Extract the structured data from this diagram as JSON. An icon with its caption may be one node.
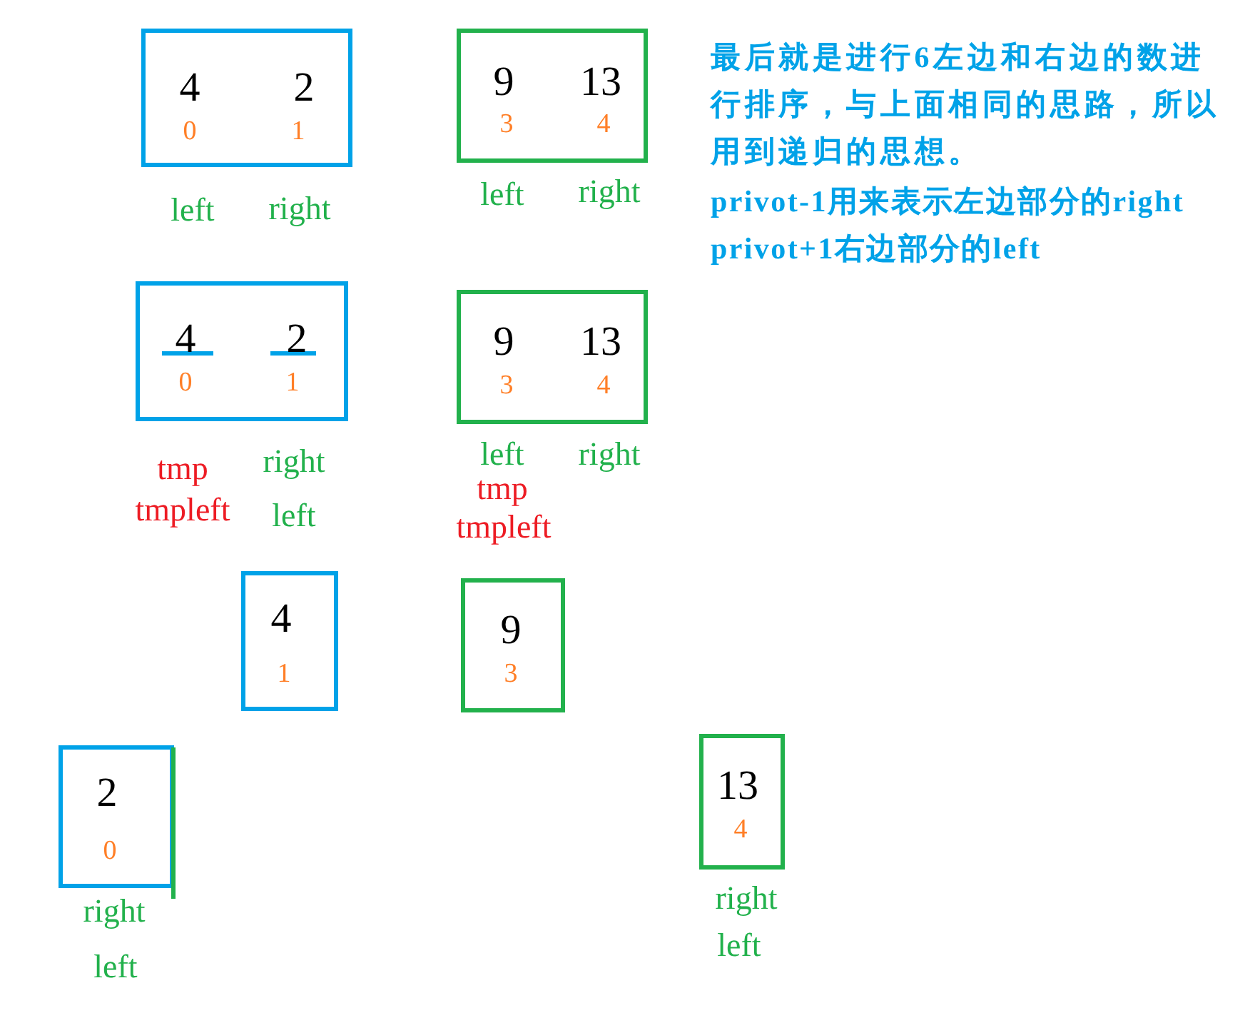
{
  "diagram": {
    "nodes": [
      {
        "text": [
          "4",
          "2",
          "0",
          "1"
        ],
        "beside": [
          "left",
          "right"
        ]
      },
      {
        "text": [
          "9",
          "13",
          "3",
          "4"
        ],
        "beside": [
          "left",
          "right"
        ]
      },
      {
        "text": [
          "4",
          "2",
          "0",
          "1"
        ],
        "beside": [
          "tmp",
          "right",
          "tmpleft",
          "left"
        ]
      },
      {
        "text": [
          "9",
          "13",
          "3",
          "4"
        ],
        "beside": [
          "left",
          "right",
          "tmp",
          "tmpleft"
        ]
      },
      {
        "text": [
          "4",
          "1"
        ]
      },
      {
        "text": [
          "9",
          "3"
        ]
      },
      {
        "text": [
          "2",
          "0"
        ],
        "beside": [
          "right",
          "left"
        ]
      },
      {
        "text": [
          "13",
          "4"
        ],
        "beside": [
          "right",
          "left"
        ]
      }
    ],
    "labels": [
      "最后就是进行6左边和右边的数进行排序，与上面相同的思路，所以用到递归的思想。",
      "privot-1用来表示左边部分的right",
      "privot+1右边部分的left"
    ]
  }
}
